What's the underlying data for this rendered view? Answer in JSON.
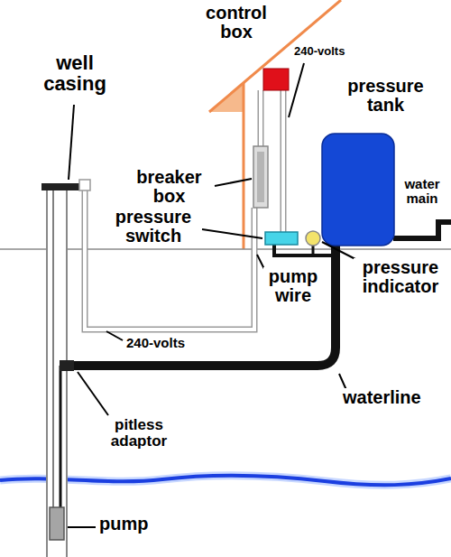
{
  "diagram": {
    "labels": [
      "control box",
      "240-volts",
      "pressure tank",
      "well casing",
      "breaker box",
      "pressure switch",
      "water main",
      "pressure indicator",
      "240-volts",
      "pump wire",
      "pitless adaptor",
      "waterline",
      "pump"
    ]
  }
}
